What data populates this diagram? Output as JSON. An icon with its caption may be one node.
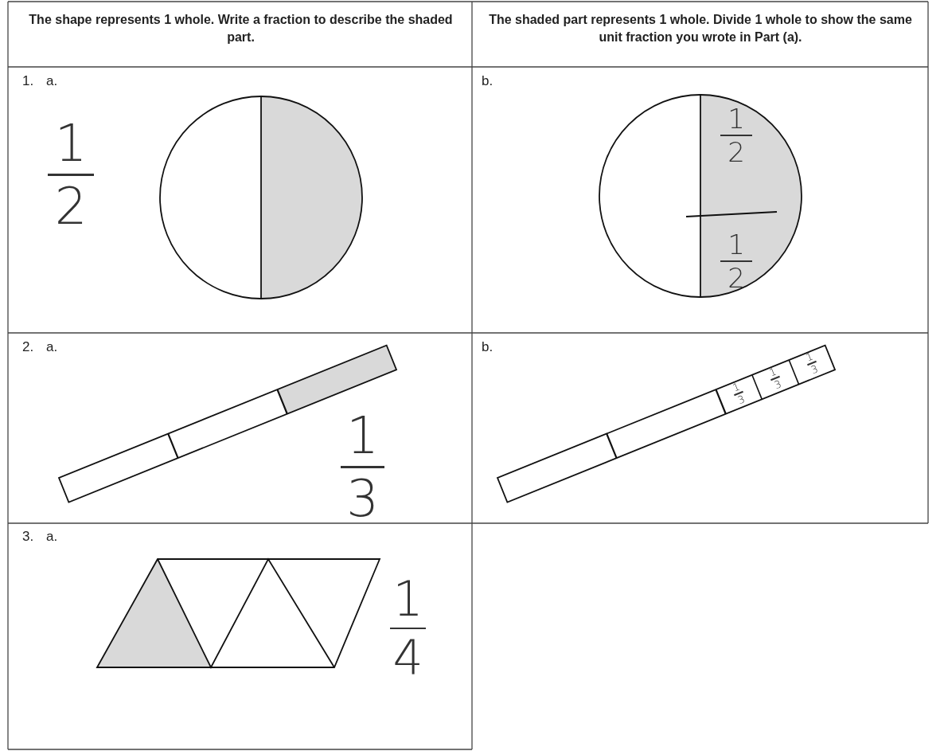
{
  "diagram": {
    "labels": [
      "The shape represents 1 whole.  Write a fraction to describe the shaded part.",
      "The shaded part represents 1 whole.  Divide 1 whole to show the same unit fraction you wrote in Part (a).",
      "1.",
      "a.",
      "1",
      "2",
      "b.",
      "1",
      "2",
      "1",
      "2",
      "2.",
      "a.",
      "1",
      "3",
      "b.",
      "1",
      "3",
      "1",
      "3",
      "1",
      "3",
      "3.",
      "a.",
      "1",
      "4"
    ]
  }
}
